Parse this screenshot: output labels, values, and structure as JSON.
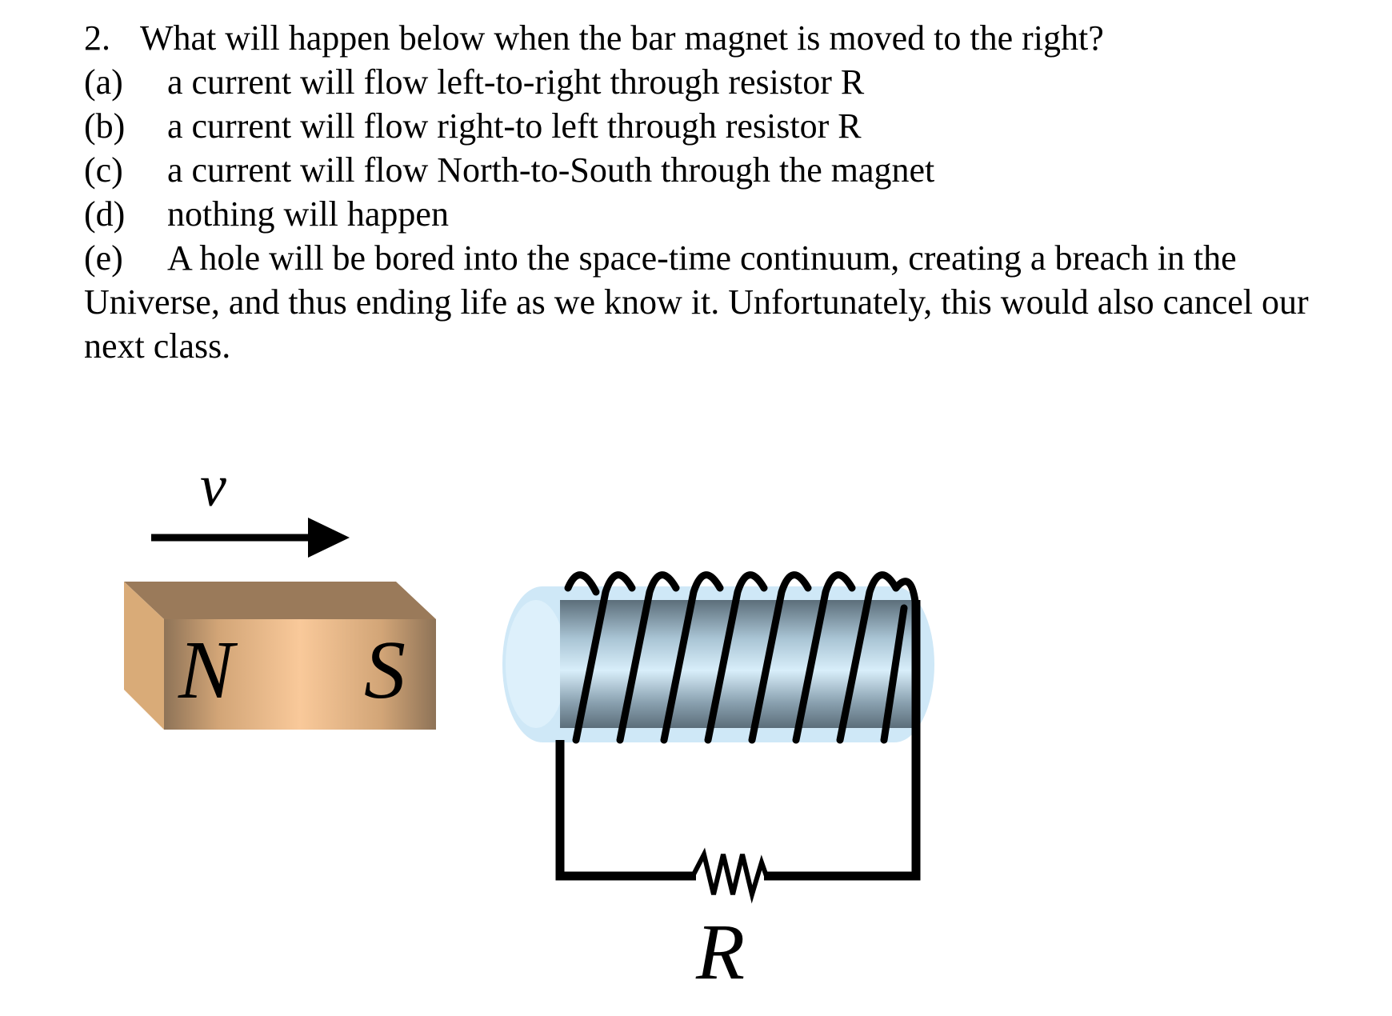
{
  "question": {
    "number": "2.",
    "text": "What will happen below when the bar magnet is moved to the right?",
    "options": [
      {
        "key": "(a)",
        "text": "a current will flow left-to-right through resistor R"
      },
      {
        "key": "(b)",
        "text": "a current will flow right-to left through resistor R"
      },
      {
        "key": "(c)",
        "text": "a current will flow North-to-South through the magnet"
      },
      {
        "key": "(d)",
        "text": "nothing will happen"
      },
      {
        "key": "(e)",
        "text": "A hole will be bored into the space-time continuum, creating a breach in the Universe, and thus ending life as we know it.  Unfortunately, this would also cancel our next class."
      }
    ]
  },
  "diagram": {
    "velocity_label": "v",
    "magnet_north_label": "N",
    "magnet_south_label": "S",
    "resistor_label": "R",
    "colors": {
      "magnet_top": "#9a7a5a",
      "magnet_side": "#d9ab78",
      "magnet_front_center": "#f9c99a",
      "magnet_front_edge": "#8e7357",
      "coil_core_light": "#cfe8f7",
      "coil_core_dark": "#6b7f8c",
      "wire": "#000000"
    }
  }
}
